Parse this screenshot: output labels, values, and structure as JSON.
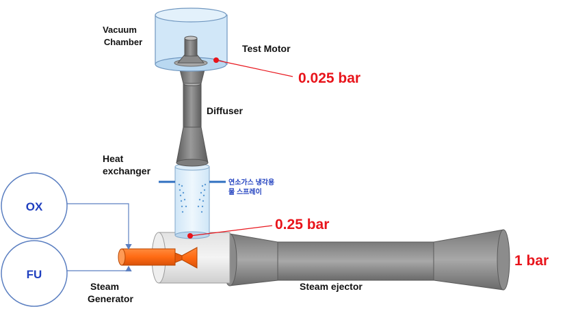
{
  "labels": {
    "vacuum_chamber_line1": "Vacuum",
    "vacuum_chamber_line2": "Chamber",
    "test_motor": "Test Motor",
    "pressure_chamber": "0.025 bar",
    "diffuser": "Diffuser",
    "heat_exchanger_line1": "Heat",
    "heat_exchanger_line2": "exchanger",
    "spray_line1": "연소가스 냉각용",
    "spray_line2": "물 스프레이",
    "pressure_mid": "0.25 bar",
    "pressure_exit": "1 bar",
    "steam_generator_line1": "Steam",
    "steam_generator_line2": "Generator",
    "steam_ejector": "Steam ejector",
    "oxidizer": "OX",
    "fuel": "FU"
  },
  "colors": {
    "pressure_text": "#e8141b",
    "spray_text": "#1f3fbf",
    "node_text": "#1f3fbf",
    "node_border": "#5b7fc1",
    "chamber_fill": "#c9e3f7",
    "chamber_stroke": "#6f96bf",
    "metal_dark": "#6f6f6f",
    "metal_light": "#bdbdbd",
    "generator_fill": "#ff6a13"
  },
  "icons": {
    "spray": "water-spray-icon",
    "pressure_marker": "red-dot-icon"
  }
}
